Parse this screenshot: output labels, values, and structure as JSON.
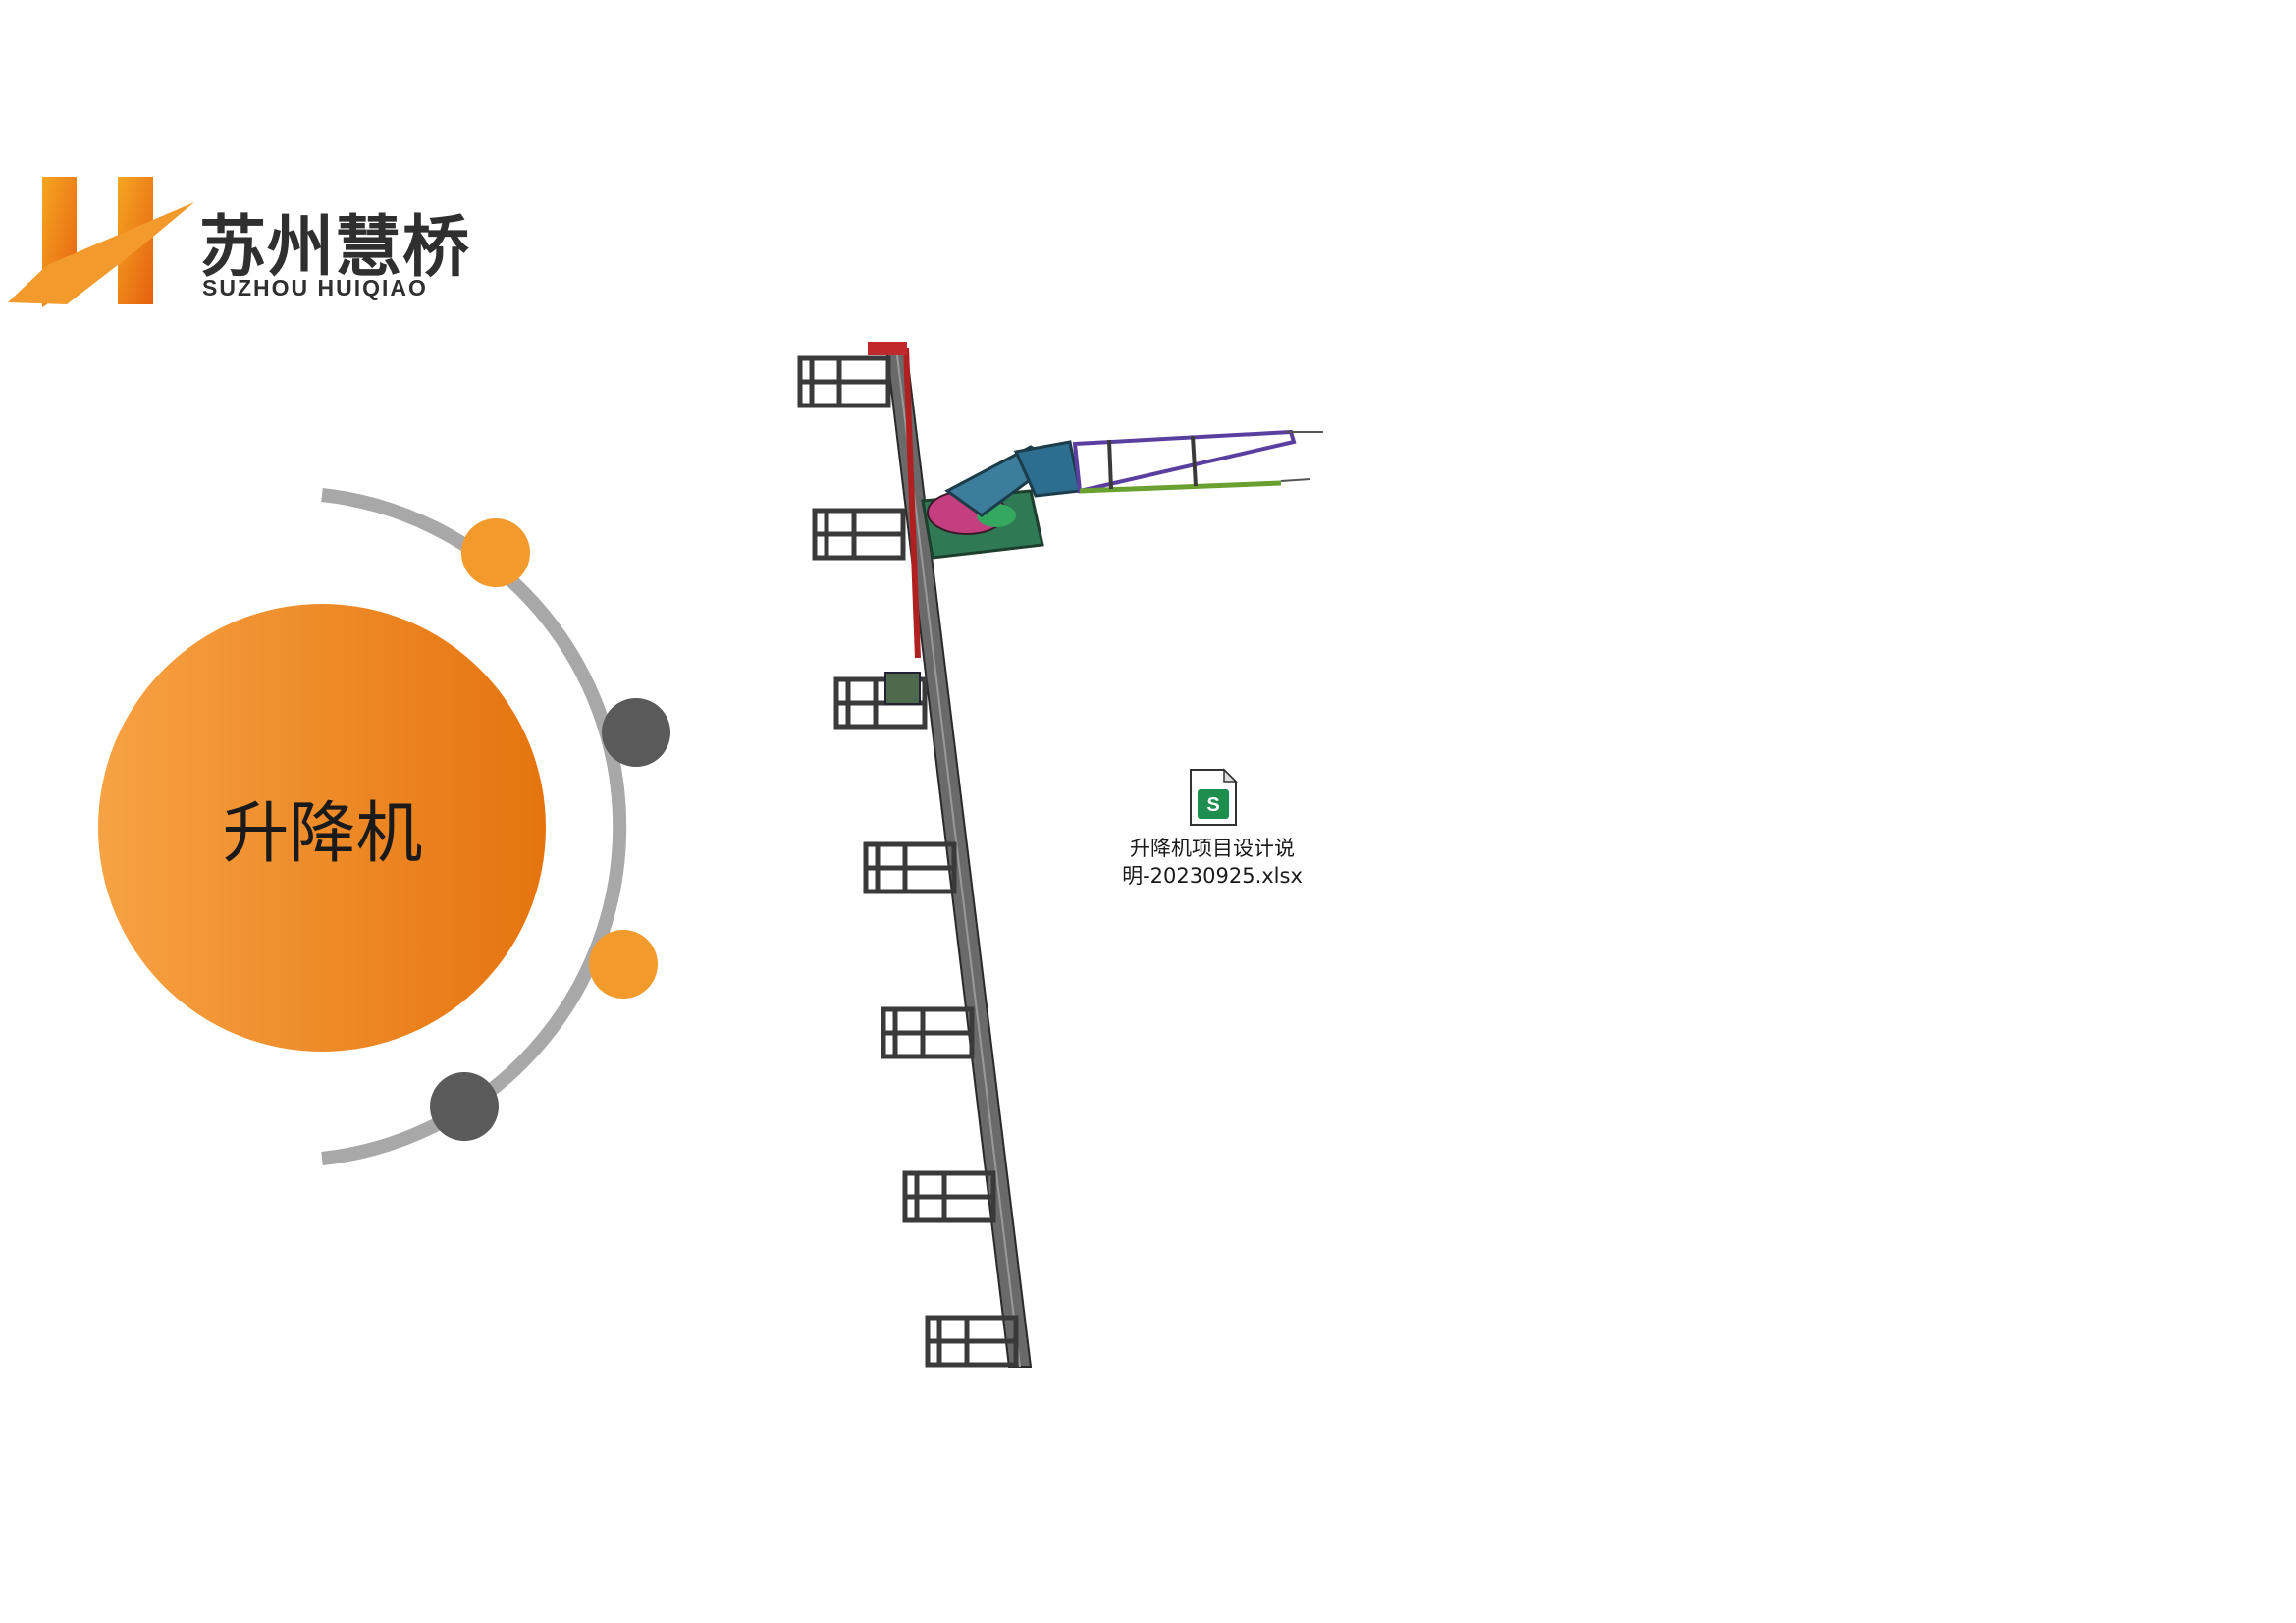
{
  "brand": {
    "name_cn": "苏州慧桥",
    "name_en": "SUZHOU  HUIQIAO",
    "colors": {
      "orange": "#f39a2c",
      "orange_dark": "#e57410",
      "text": "#2f2f2f"
    }
  },
  "diagram": {
    "center_label": "升降机",
    "arc_color": "#a8a8a8",
    "dot_colors": [
      "#f39a2c",
      "#5a5a5a",
      "#f39a2c",
      "#5a5a5a"
    ]
  },
  "attachment": {
    "icon": "spreadsheet-file-icon",
    "icon_letter": "S",
    "icon_color": "#1e8e4e",
    "file_name": "升降机项目设计说明-20230925.xlsx"
  },
  "illustration": {
    "description_icon": "lift-machine-cad-render"
  }
}
